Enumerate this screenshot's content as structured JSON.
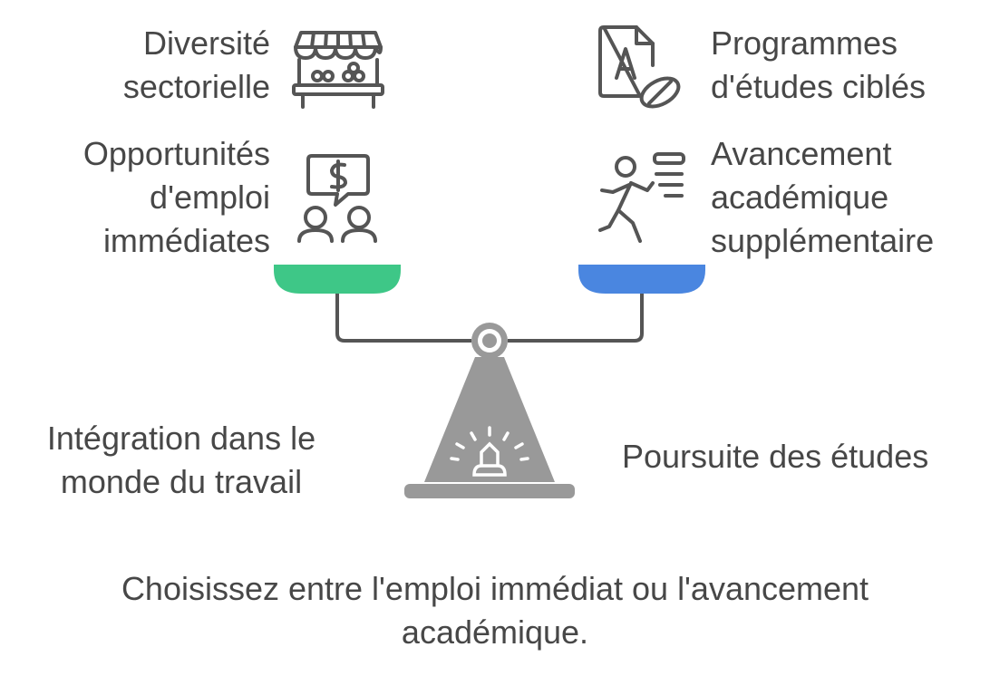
{
  "left": {
    "item1": "Diversité\nsectorielle",
    "item2": "Opportunités\nd'emploi\nimmédiates",
    "bottom": "Intégration dans le\nmonde du travail",
    "pan_color": "#3ec787"
  },
  "right": {
    "item1": "Programmes\nd'études ciblés",
    "item2": "Avancement\nacadémique\nsupplémentaire",
    "bottom": "Poursuite des études",
    "pan_color": "#4a86e0"
  },
  "caption": "Choisissez entre l'emploi immédiat ou l'avancement\nacadémique.",
  "icons": {
    "left_top": "market-stall-icon",
    "left_mid": "job-interview-icon",
    "right_top": "document-icon",
    "right_mid": "running-student-icon",
    "fulcrum": "lightbulb-icon"
  },
  "colors": {
    "text": "#474747",
    "scale_gray": "#999999",
    "icon_stroke": "#555555"
  }
}
